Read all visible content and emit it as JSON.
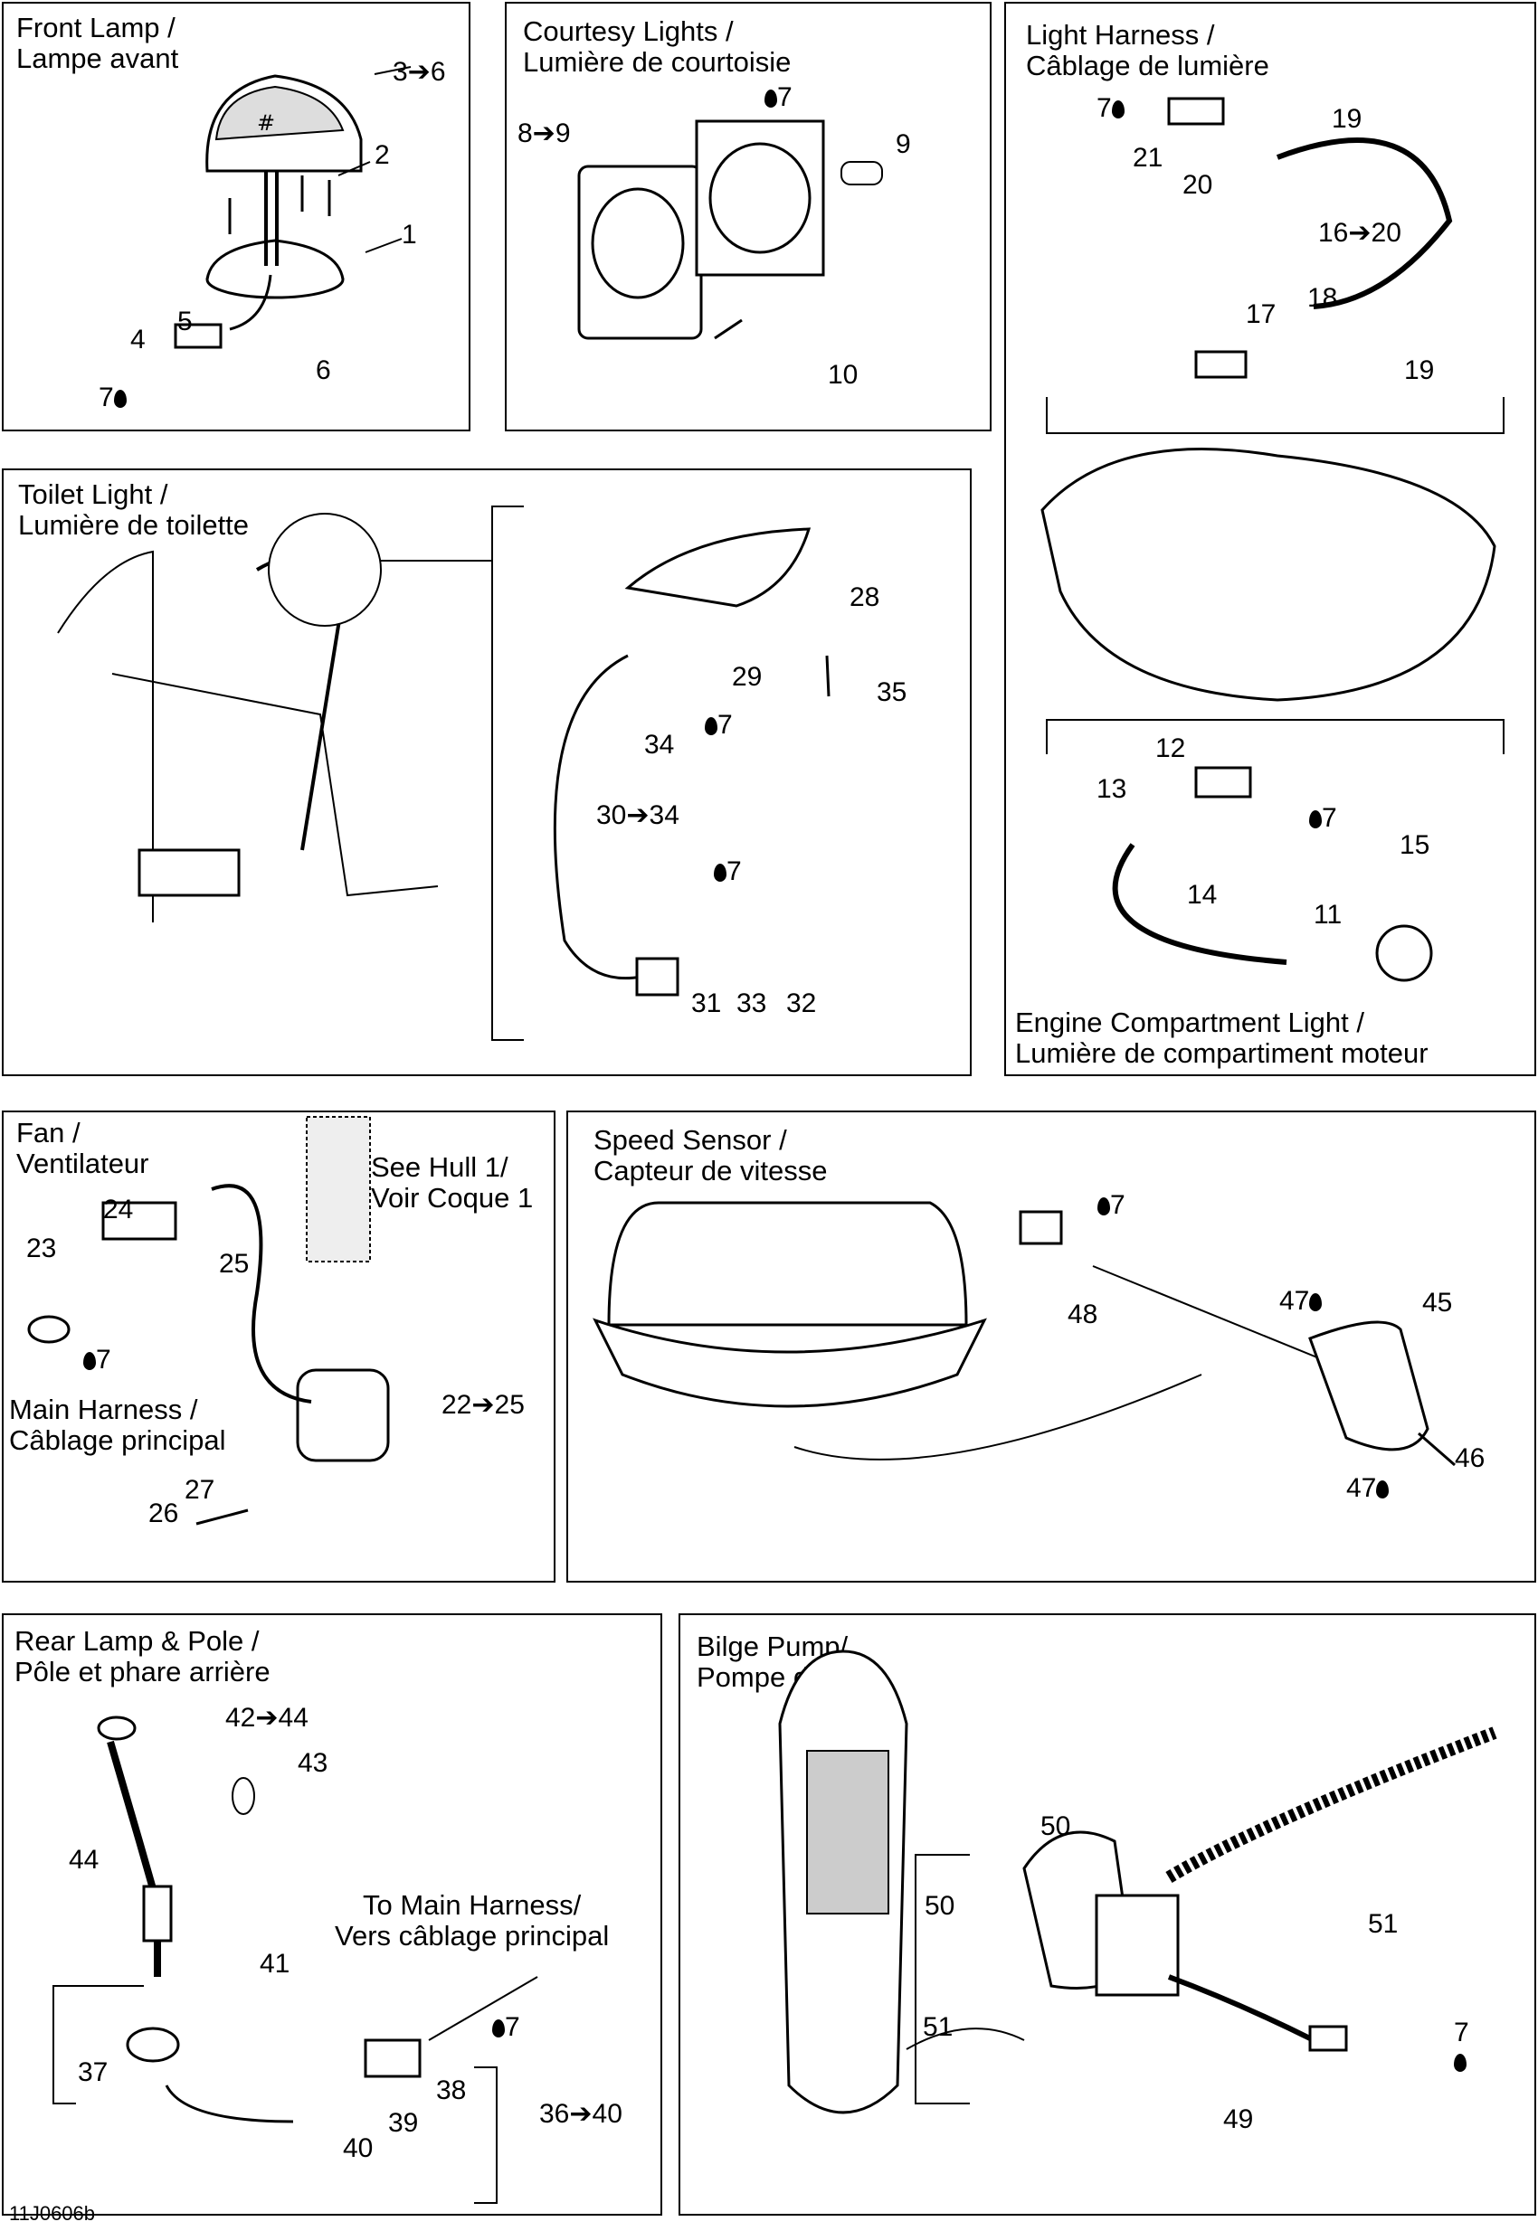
{
  "panels": {
    "front_lamp": {
      "title": "Front Lamp /\nLampe avant",
      "labels": [
        "3➔6",
        "2",
        "1",
        "5",
        "4",
        "6",
        "7"
      ]
    },
    "courtesy": {
      "title": "Courtesy Lights /\nLumière de courtoisie",
      "labels": [
        "8➔9",
        "7",
        "9",
        "10"
      ]
    },
    "light_harness": {
      "title": "Light Harness /\nCâblage de lumière",
      "labels": [
        "7",
        "19",
        "21",
        "20",
        "16➔20",
        "18",
        "17",
        "19"
      ]
    },
    "toilet": {
      "title": "Toilet Light /\nLumière de toilette",
      "labels": [
        "28",
        "29",
        "35",
        "34",
        "7",
        "30➔34",
        "7",
        "31",
        "33",
        "32"
      ]
    },
    "engine": {
      "title": "Engine Compartment Light /\nLumière de compartiment moteur",
      "labels": [
        "12",
        "13",
        "7",
        "15",
        "14",
        "11"
      ]
    },
    "fan": {
      "title": "Fan /\nVentilateur",
      "note": "See Hull 1/\nVoir Coque 1",
      "harness": "Main Harness /\nCâblage principal",
      "labels": [
        "24",
        "23",
        "25",
        "7",
        "22➔25",
        "27",
        "26"
      ]
    },
    "speed": {
      "title": "Speed Sensor /\nCapteur de vitesse",
      "labels": [
        "7",
        "48",
        "47",
        "45",
        "46",
        "47"
      ]
    },
    "rear_lamp": {
      "title": "Rear Lamp & Pole /\nPôle et phare arrière",
      "note": "To Main Harness/\nVers câblage principal",
      "labels": [
        "42➔44",
        "43",
        "44",
        "41",
        "7",
        "37",
        "38",
        "39",
        "40",
        "36➔40"
      ]
    },
    "bilge": {
      "title": "Bilge Pump/\nPompe de cale",
      "labels": [
        "50",
        "50",
        "51",
        "51",
        "7",
        "49"
      ]
    }
  },
  "code": "11J0606b",
  "icons": [
    "drop-icon"
  ]
}
